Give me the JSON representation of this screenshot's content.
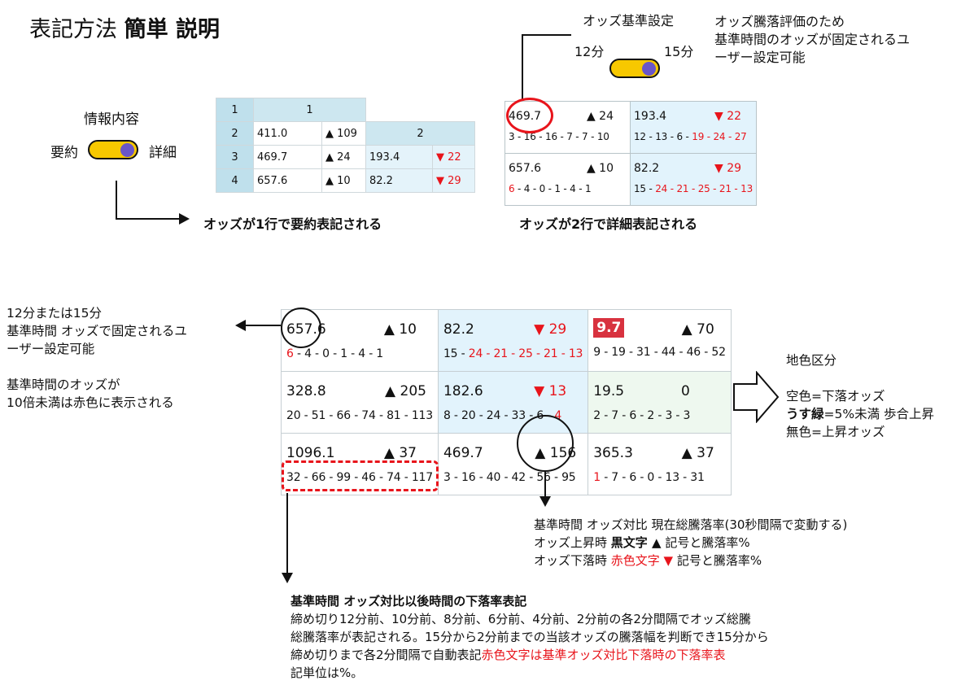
{
  "title": {
    "main": "表記方法",
    "bold": "簡単 説明"
  },
  "info": {
    "label": "情報内容",
    "left": "要約",
    "right": "詳細"
  },
  "odds_setting": {
    "label": "オッズ基準設定",
    "left": "12分",
    "right": "15分"
  },
  "odds_note": [
    "オッズ騰落評価のため",
    "基準時間のオッズが固定されるユ",
    "ーザー設定可能"
  ],
  "summary_table": {
    "rows": [
      {
        "h": "1",
        "a": "1",
        "b": "",
        "c": "",
        "d": ""
      },
      {
        "h": "2",
        "a": "411.0",
        "b": "▲ 109",
        "c": "2",
        "d": ""
      },
      {
        "h": "3",
        "a": "469.7",
        "b": "▲ 24",
        "c": "193.4",
        "d": "▼ 22"
      },
      {
        "h": "4",
        "a": "657.6",
        "b": "▲ 10",
        "c": "82.2",
        "d": "▼ 29"
      }
    ]
  },
  "summary_caption": "オッズが1行で要約表記される",
  "detail_caption": "オッズが2行で詳細表記される",
  "detail_table": {
    "r1c1_odds": "469.7",
    "r1c1_mark": "▲ 24",
    "r1c1_trend": "3 - 16 - 16 - 7 - 7 - 10",
    "r1c2_odds": "193.4",
    "r1c2_mark": "▼ 22",
    "r1c2_trend_a": "12 - 13 - 6 -",
    "r1c2_trend_b": " 19 - 24 - 27",
    "r2c1_odds": "657.6",
    "r2c1_mark": "▲ 10",
    "r2c1_trend_a": "6",
    "r2c1_trend_b": " - 4 - 0 - 1 - 4 - 1",
    "r2c2_odds": "82.2",
    "r2c2_mark": "▼ 29",
    "r2c2_trend_a": "15 -",
    "r2c2_trend_b": " 24 - 21 - 25 - 21 - 13"
  },
  "big_table": {
    "r1": [
      {
        "odds": "657.6",
        "mark": "▲ 10",
        "trend_red": "6",
        "trend": " - 4 - 0 - 1 - 4 - 1"
      },
      {
        "odds": "82.2",
        "mark": "▼ 29",
        "trend_lead": "15 -",
        "trend_red": " 24 - 21 - 25 - 21 - 13"
      },
      {
        "odds": "9.7",
        "mark": "▲ 70",
        "trend": "9 - 19 - 31 - 44 - 46 - 52"
      }
    ],
    "r2": [
      {
        "odds": "328.8",
        "mark": "▲ 205",
        "trend": "20 - 51 - 66 - 74 - 81 - 113"
      },
      {
        "odds": "182.6",
        "mark": "▼ 13",
        "trend": "8 - 20 - 24 - 33 - 6 -",
        "trend_red": " 4"
      },
      {
        "odds": "19.5",
        "mark": "0",
        "trend": "2 - 7 - 6 - 2 - 3 - 3"
      }
    ],
    "r3": [
      {
        "odds": "1096.1",
        "mark": "▲ 37",
        "trend": "32 - 66 - 99 - 46 - 74 - 117"
      },
      {
        "odds": "469.7",
        "mark": "▲ 156",
        "trend": "3 - 16 - 40 - 42 - 56 - 95"
      },
      {
        "odds": "365.3",
        "mark": "▲ 37",
        "trend_red": "1",
        "trend": " - 7 - 6 - 0 - 13 - 31"
      }
    ]
  },
  "left_note": [
    "12分または15分",
    "基準時間 オッズで固定されるユ",
    "ーザー設定可能",
    "",
    "基準時間のオッズが",
    "10倍未満は赤色に表示される"
  ],
  "bg_note": {
    "title": "地色区分",
    "l1": "空色=下落オッズ",
    "l2b": "うす緑",
    "l2": "=5%未満 歩合上昇",
    "l3": "無色=上昇オッズ"
  },
  "mid_note": {
    "l1": "基準時間 オッズ対比  現在総騰落率(30秒間隔で変動する)",
    "l2a": "オッズ上昇時 ",
    "l2b": "黒文字 ▲",
    "l2c": " 記号と騰落率%",
    "l3a": "オッズ下落時 ",
    "l3b": "赤色文字 ▼",
    "l3c": " 記号と騰落率%"
  },
  "bottom_note": {
    "head": "基準時間 オッズ対比以後時間の下落率表記",
    "l1": "締め切り12分前、10分前、8分前、6分前、4分前、2分前の各2分間隔でオッズ総騰",
    "l2": "総騰落率が表記される。15分から2分前までの当該オッズの騰落幅を判断でき15分から",
    "l3a": "締め切りまで各2分間隔で自動表記",
    "l3b": "赤色文字は基準オッズ対比下落時の下落率表",
    "l4": "記単位は%。"
  },
  "colors": {
    "sky": "#e2f3fc",
    "light_green": "#eef8ef",
    "red": "#e8141b",
    "toggle_yellow": "#f7c800",
    "knob_purple": "#6a56c8"
  }
}
